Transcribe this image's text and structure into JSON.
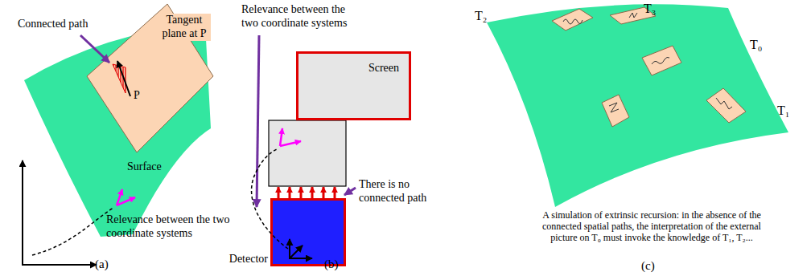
{
  "diagram": {
    "nodes": [
      {
        "text": [
          "Screen"
        ]
      },
      {
        "text": [
          "Detector"
        ]
      }
    ],
    "labels": [
      "Connected path",
      "Tangent plane at P",
      "P",
      "Surface",
      "Relevance between the two coordinate systems",
      "(a)",
      "Relevance between the two coordinate systems",
      "There is no connected path",
      "(b)",
      "T₂",
      "T₃",
      "T₀",
      "T₁",
      "A simulation of extrinsic recursion: in the absence of the connected spatial paths, the interpretation of the external picture on T₀ must invoke the knowledge of T₁, T₂...",
      "(c)"
    ]
  }
}
